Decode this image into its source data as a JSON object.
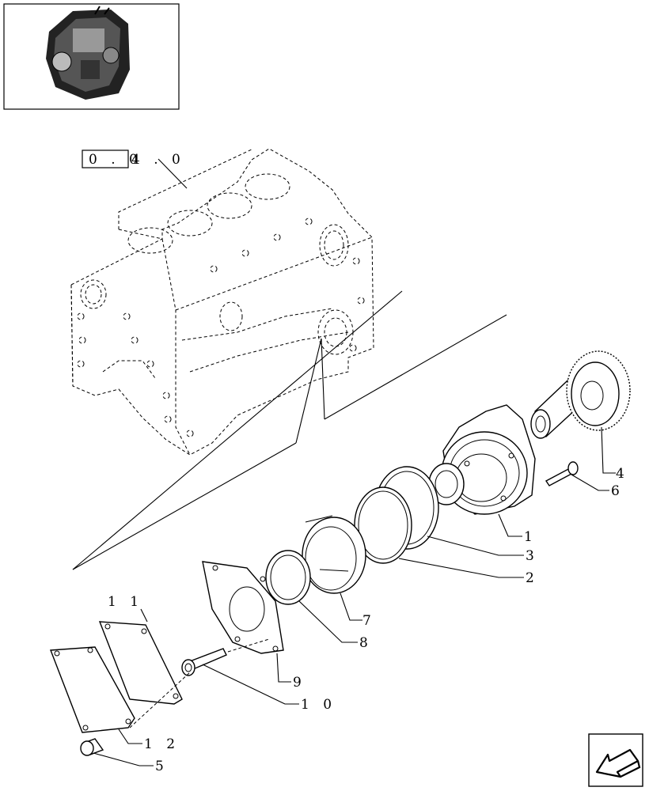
{
  "reference_box": {
    "boxed": "0 . 0",
    "rest": "4 . 0"
  },
  "callouts": {
    "c1": "1",
    "c2": "2",
    "c3": "3",
    "c4": "4",
    "c5": "5",
    "c6": "6",
    "c7": "7",
    "c8": "8",
    "c9": "9",
    "c10": "1 0",
    "c11": "1 1",
    "c12": "1 2"
  },
  "icons": {
    "thumbnail": "engine-thumbnail-icon",
    "navigation": "back-arrow-icon"
  }
}
